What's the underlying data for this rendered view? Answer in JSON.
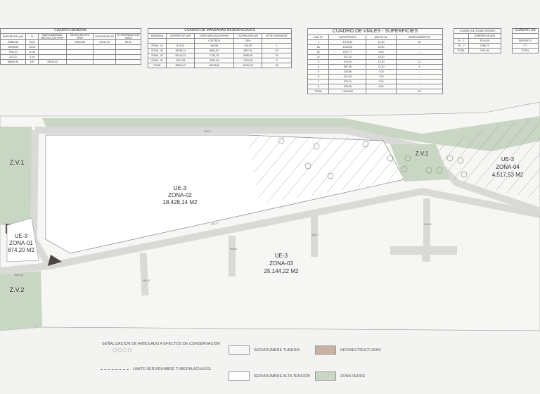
{
  "cuadro_general": {
    "title": "CUADRO GENERAL",
    "headers": [
      "SUPERFICIE (m²)",
      "%",
      "EDIFICABILIDAD BRUTA 0,220 m²/m²",
      "NETA 0,3672373 m²/m²",
      "OCUPACIÓN 25",
      "Nº VIVIENDAS 0,87 viv/ha"
    ],
    "rows": [
      [
        "49860,58",
        "73,22",
        "",
        "15043,62",
        "12241,02",
        "60,00"
      ],
      [
        "10233,64",
        "15,05",
        "",
        "",
        "",
        ""
      ],
      [
        "7541,91",
        "11,08",
        "",
        "",
        "",
        ""
      ],
      [
        "131,21",
        "0,19",
        "",
        "",
        "",
        ""
      ],
      [
        "68000,35",
        "100",
        "15043,62",
        "",
        "",
        ""
      ]
    ]
  },
  "cuadro_manzanas": {
    "title": "CUADRO DE MANZANAS RESIDENCIALES",
    "headers": [
      "MANZANA",
      "SUPERFICIE (m²)",
      "EDIFICABILIDAD (m²/m²)",
      "OCUPACIÓN (m²)",
      "Nº DE VIVIENDAS"
    ],
    "subrow": [
      "",
      "",
      "0,3073576",
      "25%",
      ""
    ],
    "rows": [
      [
        "ZONA - 01",
        "874,20",
        "268,56",
        "218,55",
        "1"
      ],
      [
        "ZONA - 02",
        "18428,14",
        "6661,92",
        "4607,04",
        "23"
      ],
      [
        "ZONA - 03",
        "25144,22",
        "7725,75",
        "6286,06",
        "31"
      ],
      [
        "ZONA - 04",
        "4517,53",
        "1387,46",
        "1129,38",
        "5"
      ],
      [
        "TOTAL",
        "48964,09",
        "15043,62",
        "12241,02",
        "60"
      ]
    ]
  },
  "cuadro_viales": {
    "title": "CUADRO DE VIALES - SUPERFICIES",
    "headers": [
      "VIAL Nº",
      "SUPERFICIES",
      "ANCHO ML",
      "APARCAMIENTOS"
    ],
    "rows": [
      [
        "1",
        "3.075,42",
        "12,30",
        "60"
      ],
      [
        "2a",
        "1314,66",
        "10,00",
        "-"
      ],
      [
        "2b",
        "2027,77",
        "9,00",
        "-"
      ],
      [
        "2c",
        "311,19",
        "10,30",
        "-"
      ],
      [
        "3",
        "578,50",
        "12,30",
        "12"
      ],
      [
        "4",
        "387,69",
        "12,30",
        "4"
      ],
      [
        "5",
        "228,66",
        "7,00",
        "-"
      ],
      [
        "6",
        "215,69",
        "7,00",
        "-"
      ],
      [
        "7",
        "275,74",
        "7,00",
        "-"
      ],
      [
        "8",
        "548,35",
        "6,30",
        "-"
      ],
      [
        "TOTAL",
        "10233,64",
        "-",
        "76"
      ]
    ]
  },
  "cuadro_zonas_verdes": {
    "title": "CUADRO DE ZONAS VERDES",
    "headers": [
      "",
      "SUPERFICIE (m²)"
    ],
    "rows": [
      [
        "ZV - 1",
        "5744,09"
      ],
      [
        "ZV - 2",
        "1556,72"
      ],
      [
        "TOTAL",
        "7541,81"
      ]
    ]
  },
  "cuadro_otros": {
    "title": "CUADRO DE",
    "rows": [
      [
        "DEPÓSITO"
      ],
      [
        "CT"
      ],
      [
        "TOTAL"
      ]
    ]
  },
  "map": {
    "zv1": "Z.V.1",
    "zv2": "Z.V.2",
    "zv1_right": "Z.V.1",
    "zona01": [
      "UE-3",
      "ZONA-01",
      "874.20 M2"
    ],
    "zona02": [
      "UE-3",
      "ZONA-02",
      "18.428,14 M2"
    ],
    "zona03": [
      "UE-3",
      "ZONA-03",
      "25.144,22 M2"
    ],
    "zona04": [
      "UE-3",
      "ZONA-04",
      "4.517,53 M2"
    ],
    "roads": [
      "VIAL 1",
      "VIAL 2a",
      "VIAL 3",
      "VIAL 5",
      "VIAL 6",
      "VIAL 7",
      "VIAL 8"
    ],
    "colors": {
      "zona_verde": "#c9d6c3",
      "infraestructuras": "#b9a393",
      "road": "#e4e4e2",
      "plot": "#ffffff"
    }
  },
  "legend": {
    "arbolado": "SEÑALIZACIÓN DE ARBOLADO A EFECTOS DE CONSERVACIÓN",
    "limite": "LIMITE SERVIDUMBRE TUBERIA ACUASOL",
    "tuberia": "SERVIDUMBRE TUBERÍA",
    "alta_tension": "SERVIDUMBRE ALTA TENSIÓN",
    "infraestructuras": "INFRAESTRUCTURAS",
    "zona_verde": "ZONA VERDE"
  }
}
